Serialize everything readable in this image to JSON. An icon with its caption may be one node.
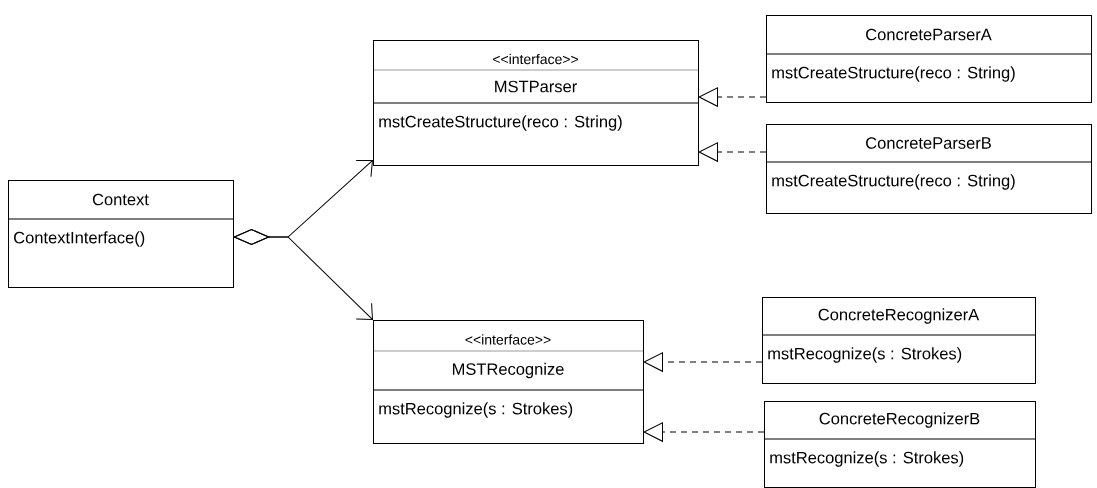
{
  "diagram": {
    "nodes": [
      {
        "text": [
          "Context",
          "ContextInterface()"
        ]
      },
      {
        "text": [
          "<<interface>>",
          "MSTParser",
          "mstCreateStructure(reco : String)"
        ]
      },
      {
        "text": [
          "ConcreteParserA",
          "mstCreateStructure(reco : String)"
        ]
      },
      {
        "text": [
          "ConcreteParserB",
          "mstCreateStructure(reco : String)"
        ]
      },
      {
        "text": [
          "<<interface>>",
          "MSTRecognize",
          "mstRecognize(s : Strokes)"
        ]
      },
      {
        "text": [
          "ConcreteRecognizerA",
          "mstRecognize(s : Strokes)"
        ]
      },
      {
        "text": [
          "ConcreteRecognizerB",
          "mstRecognize(s : Strokes)"
        ]
      }
    ],
    "edges": [
      {
        "from": 0,
        "to": 1,
        "arrow": "to"
      },
      {
        "from": 0,
        "to": 4,
        "arrow": "to"
      },
      {
        "from": 2,
        "to": 1,
        "arrow": "to",
        "style": "dashed"
      },
      {
        "from": 3,
        "to": 1,
        "arrow": "to",
        "style": "dashed"
      },
      {
        "from": 5,
        "to": 4,
        "arrow": "to",
        "style": "dashed"
      },
      {
        "from": 6,
        "to": 4,
        "arrow": "to",
        "style": "dashed"
      }
    ]
  }
}
